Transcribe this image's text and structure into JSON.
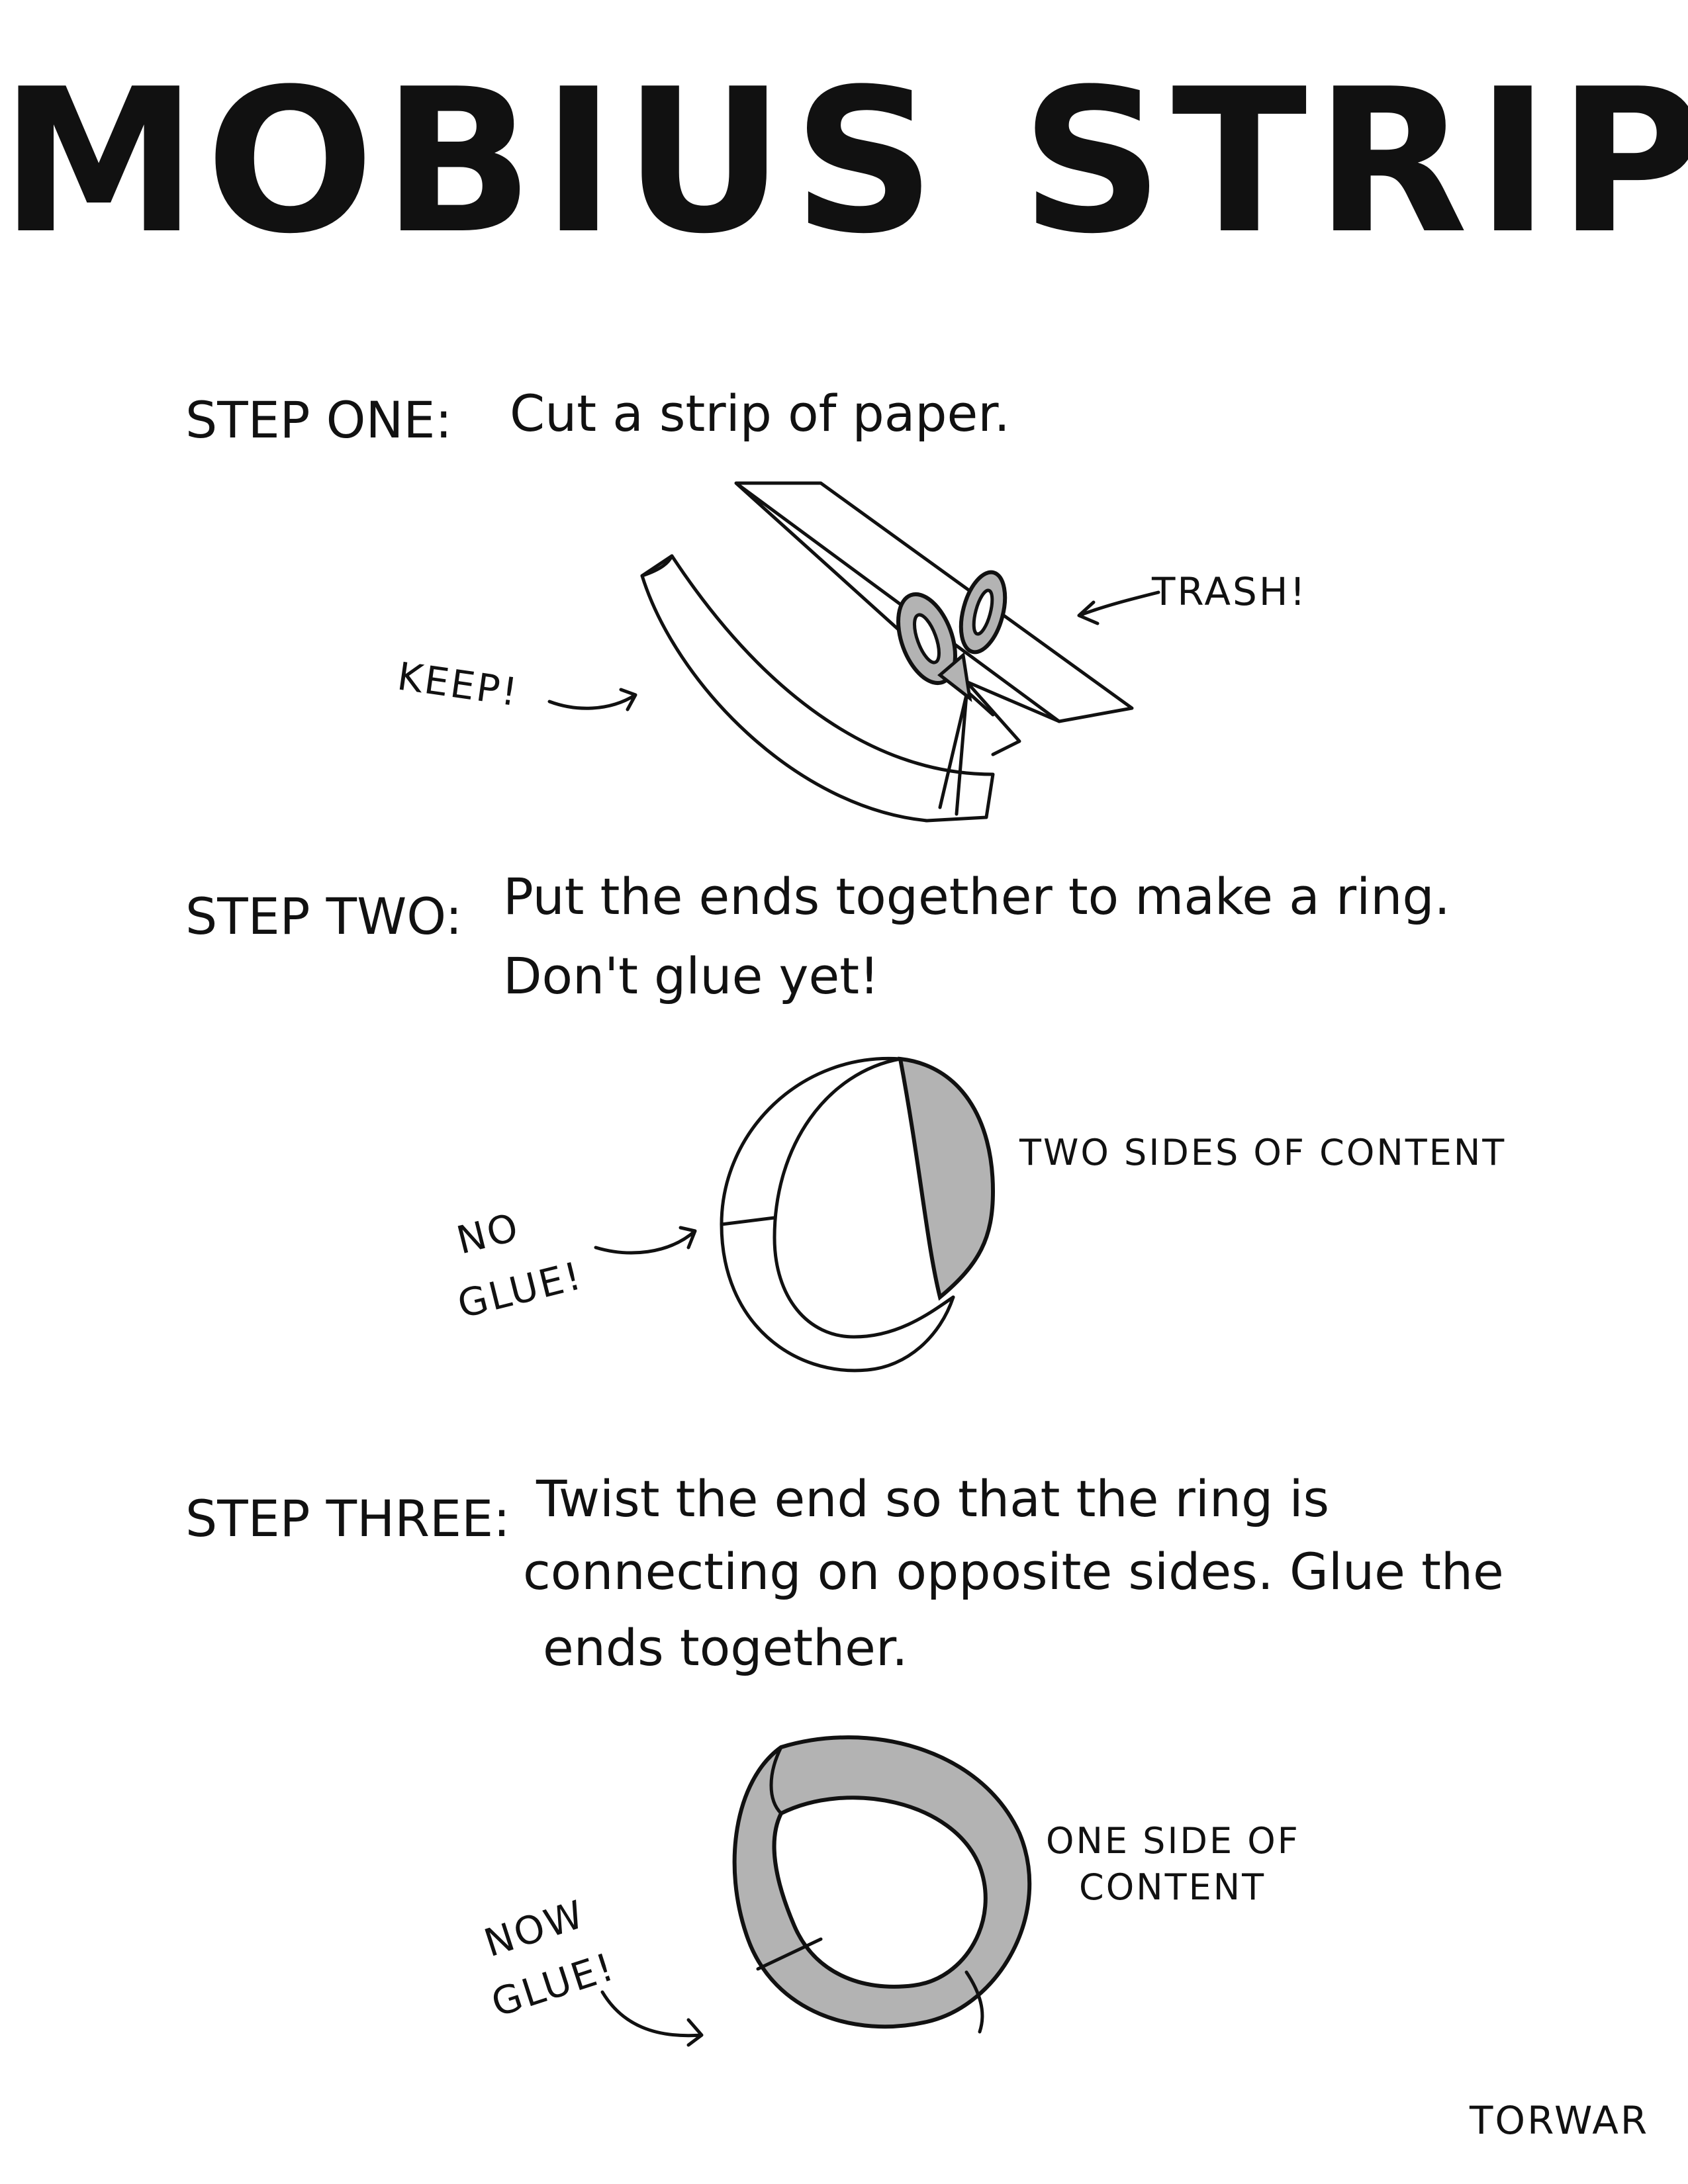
{
  "title": "MOBIUS STRIP",
  "steps": [
    {
      "label": "STEP ONE:",
      "text": [
        "Cut a strip of paper."
      ],
      "annotations": {
        "keep": "KEEP!",
        "trash": "TRASH!"
      }
    },
    {
      "label": "STEP TWO:",
      "text": [
        "Put the ends together to make a ring.",
        "Don't glue yet!"
      ],
      "annotations": {
        "no_glue_1": "NO",
        "no_glue_2": "GLUE!",
        "sides": "TWO SIDES OF CONTENT"
      }
    },
    {
      "label": "STEP THREE:",
      "text": [
        "Twist the end so that the ring is",
        "connecting on opposite sides. Glue the",
        "ends together."
      ],
      "annotations": {
        "now_glue_1": "NOW",
        "now_glue_2": "GLUE!",
        "side_1": "ONE SIDE OF",
        "side_2": "CONTENT"
      }
    }
  ],
  "signature": "TORWAR",
  "colors": {
    "ink": "#111111",
    "fill": "#b3b3b3",
    "paper": "#ffffff"
  }
}
